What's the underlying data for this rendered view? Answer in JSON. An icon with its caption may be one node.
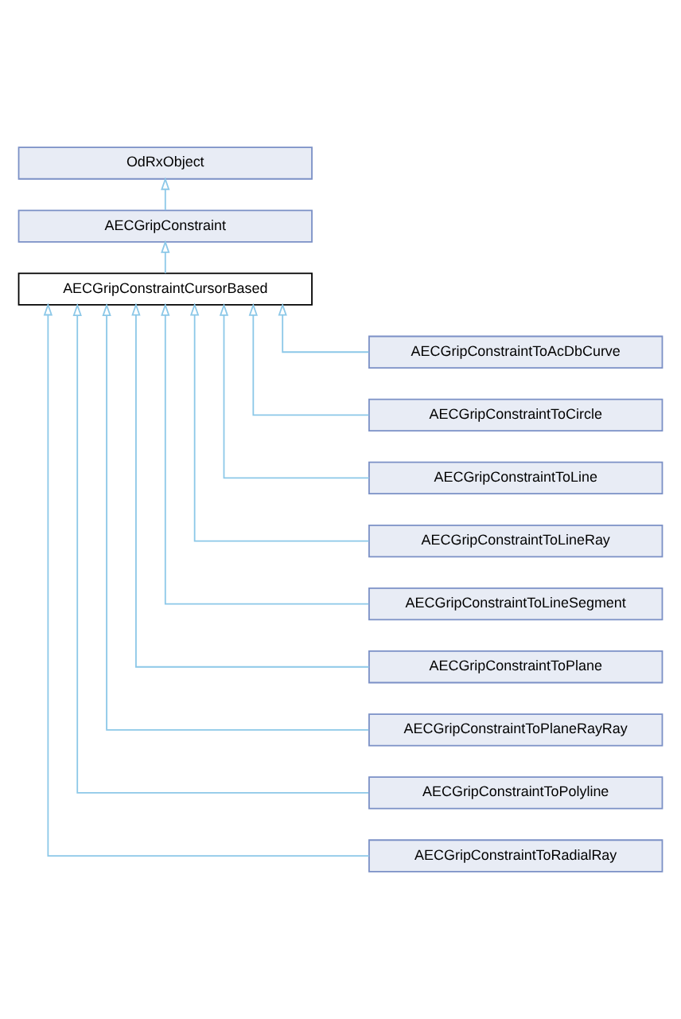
{
  "diagram": {
    "nodes": [
      {
        "text": [
          "OdRxObject"
        ]
      },
      {
        "text": [
          "AECGripConstraint"
        ]
      },
      {
        "text": [
          "AECGripConstraintCursorBased"
        ]
      },
      {
        "text": [
          "AECGripConstraintToAcDbCurve"
        ]
      },
      {
        "text": [
          "AECGripConstraintToCircle"
        ]
      },
      {
        "text": [
          "AECGripConstraintToLine"
        ]
      },
      {
        "text": [
          "AECGripConstraintToLineRay"
        ]
      },
      {
        "text": [
          "AECGripConstraintToLineSegment"
        ]
      },
      {
        "text": [
          "AECGripConstraintToPlane"
        ]
      },
      {
        "text": [
          "AECGripConstraintToPlaneRayRay"
        ]
      },
      {
        "text": [
          "AECGripConstraintToPolyline"
        ]
      },
      {
        "text": [
          "AECGripConstraintToRadialRay"
        ]
      }
    ],
    "edges": [
      {
        "from": 1,
        "to": 0,
        "arrow": "to"
      },
      {
        "from": 2,
        "to": 1,
        "arrow": "to"
      },
      {
        "from": 3,
        "to": 2,
        "arrow": "to"
      },
      {
        "from": 4,
        "to": 2,
        "arrow": "to"
      },
      {
        "from": 5,
        "to": 2,
        "arrow": "to"
      },
      {
        "from": 6,
        "to": 2,
        "arrow": "to"
      },
      {
        "from": 7,
        "to": 2,
        "arrow": "to"
      },
      {
        "from": 8,
        "to": 2,
        "arrow": "to"
      },
      {
        "from": 9,
        "to": 2,
        "arrow": "to"
      },
      {
        "from": 10,
        "to": 2,
        "arrow": "to"
      },
      {
        "from": 11,
        "to": 2,
        "arrow": "to"
      }
    ]
  }
}
